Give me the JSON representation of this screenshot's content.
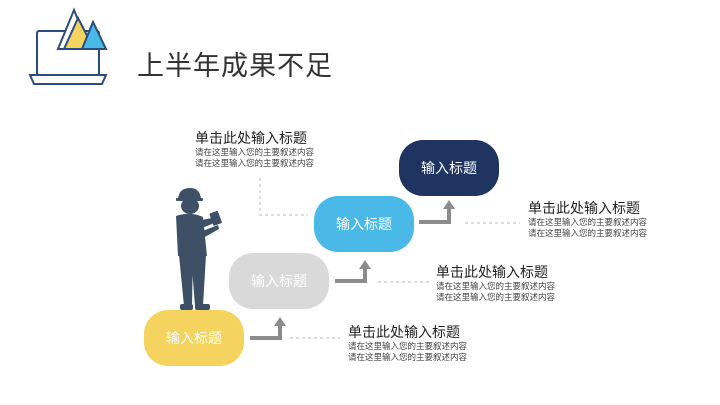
{
  "title": "上半年成果不足",
  "icons": {
    "logo": "laptop-mountain-icon",
    "figure": "worker-silhouette-icon"
  },
  "colors": {
    "navy": "#1f3461",
    "blue": "#4ab9e8",
    "gray": "#d9d9d9",
    "yellow": "#f4d35e",
    "arrow": "#8c8c8c"
  },
  "steps": [
    {
      "label": "输入标题"
    },
    {
      "label": "输入标题"
    },
    {
      "label": "输入标题"
    },
    {
      "label": "输入标题"
    }
  ],
  "captions": [
    {
      "heading": "单击此处输入标题",
      "line1": "请在这里输入您的主要叙述内容",
      "line2": "请在这里输入您的主要叙述内容"
    },
    {
      "heading": "单击此处输入标题",
      "line1": "请在这里输入您的主要叙述内容",
      "line2": "请在这里输入您的主要叙述内容"
    },
    {
      "heading": "单击此处输入标题",
      "line1": "请在这里输入您的主要叙述内容",
      "line2": "请在这里输入您的主要叙述内容"
    },
    {
      "heading": "单击此处输入标题",
      "line1": "请在这里输入您的主要叙述内容",
      "line2": "请在这里输入您的主要叙述内容"
    }
  ]
}
